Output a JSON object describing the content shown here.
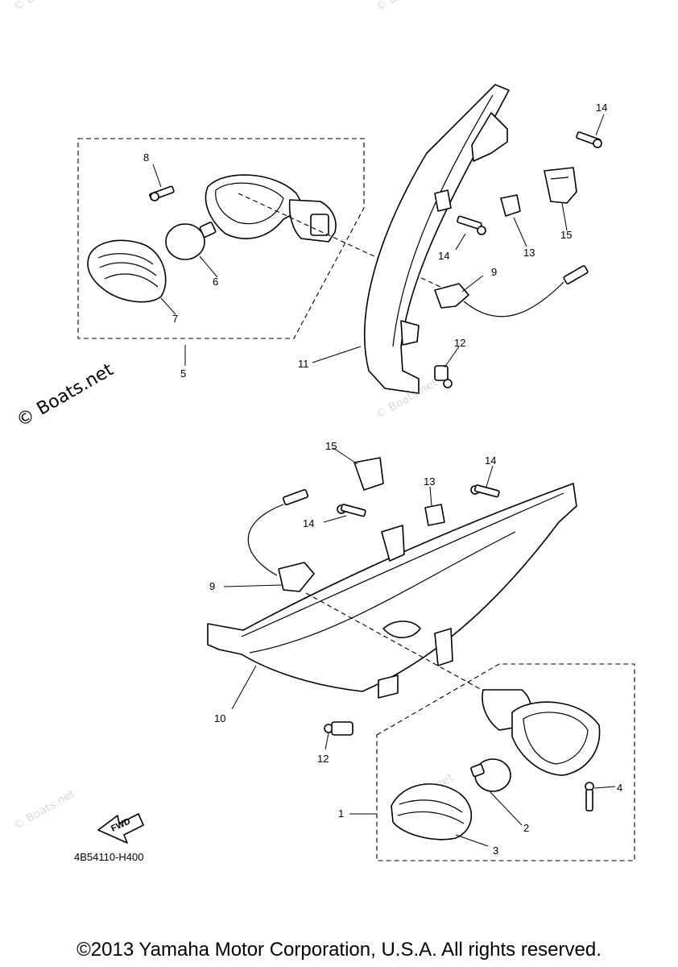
{
  "watermark": {
    "text": "© Boats.net"
  },
  "diagram": {
    "code": "4B54110-H400",
    "fwd_label": "FWD",
    "callouts": {
      "c1": "1",
      "c2": "2",
      "c3": "3",
      "c4": "4",
      "c5": "5",
      "c6": "6",
      "c7": "7",
      "c8": "8",
      "c9a": "9",
      "c9b": "9",
      "c10": "10",
      "c11": "11",
      "c12a": "12",
      "c12b": "12",
      "c13a": "13",
      "c13b": "13",
      "c14a": "14",
      "c14b": "14",
      "c14c": "14",
      "c14d": "14",
      "c15a": "15",
      "c15b": "15"
    }
  },
  "footer": {
    "copyright": "©2013 Yamaha Motor Corporation, U.S.A. All rights reserved."
  }
}
